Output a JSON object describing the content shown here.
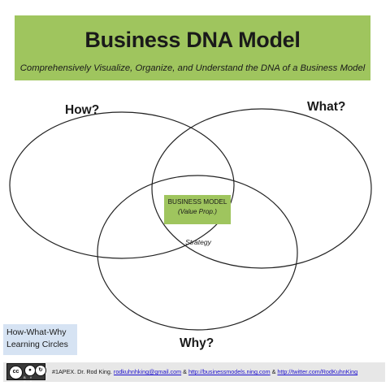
{
  "banner": {
    "title": "Business DNA Model",
    "subtitle": "Comprehensively Visualize, Organize, and Understand the DNA of a Business Model"
  },
  "venn": {
    "labels": {
      "how": "How?",
      "what": "What?",
      "why": "Why?"
    },
    "center": {
      "line1": "BUSINESS MODEL",
      "line2": "(Value Prop.)"
    },
    "strategy": "Strategy"
  },
  "learning_box": {
    "line1": "How-What-Why",
    "line2": "Learning Circles"
  },
  "footer": {
    "license_icon": "creative-commons-by-sa-icon",
    "cc_main": "cc",
    "cc_by": "BY",
    "cc_sa": "SA",
    "author": "#1APEX. Dr. Rod King.",
    "email": "rodkuhnhking@gmail.com",
    "sep1": "&",
    "link1": "http://businessmodels.ning.com",
    "sep2": "&",
    "link2": "http://twitter.com/RodKuhnKing"
  },
  "colors": {
    "banner": "#9fc55e",
    "center_box": "#9fc55e",
    "learning_box": "#d6e3f3",
    "footer": "#e7e7e7",
    "link": "#1a0dcc"
  }
}
